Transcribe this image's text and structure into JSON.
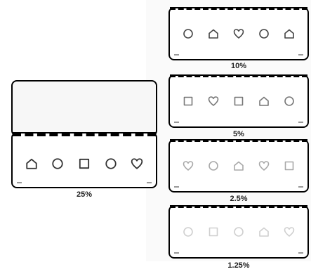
{
  "panels": [
    {
      "id": "p25",
      "label": "25%",
      "icons": [
        "house",
        "circle",
        "square",
        "circle",
        "heart"
      ],
      "stroke": "#333333"
    },
    {
      "id": "p10",
      "label": "10%",
      "icons": [
        "circle",
        "house",
        "heart",
        "circle",
        "house"
      ],
      "stroke": "#444444"
    },
    {
      "id": "p5",
      "label": "5%",
      "icons": [
        "square",
        "heart",
        "square",
        "house",
        "circle"
      ],
      "stroke": "#777777"
    },
    {
      "id": "p2_5",
      "label": "2.5%",
      "icons": [
        "heart",
        "circle",
        "house",
        "heart",
        "square"
      ],
      "stroke": "#a8a8a8"
    },
    {
      "id": "p1_25",
      "label": "1.25%",
      "icons": [
        "circle",
        "square",
        "circle",
        "house",
        "heart"
      ],
      "stroke": "#cfcfcf"
    }
  ]
}
